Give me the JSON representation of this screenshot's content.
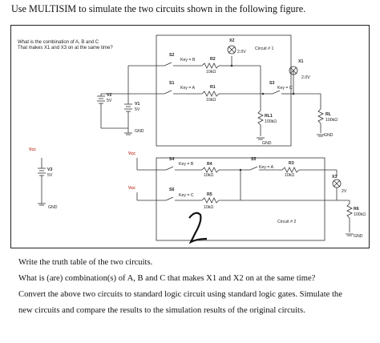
{
  "heading": "Use MULTISIM to simulate the two circuits shown in the following figure.",
  "figure": {
    "question_line1": "What is the combination of A, B and C",
    "question_line2": "That makes X1 and X3 on at the same time?",
    "circuit1_label": "Circuit # 1",
    "circuit2_label": "Circuit # 2",
    "lamps": {
      "x2": "X2",
      "x2_v": "2.0V",
      "x1": "X1",
      "x1_v": "2.0V",
      "x3": "X3",
      "x3_v": "2V"
    },
    "switches": {
      "s2": "S2",
      "s2_key": "Key = B",
      "s1": "S1",
      "s1_key": "Key = A",
      "s3": "S3",
      "s3_key": "Key = C",
      "s4": "S4",
      "s4_key": "Key = B",
      "s5": "S5",
      "s5_key": "Key = A",
      "s6": "S6",
      "s6_key": "Key = C"
    },
    "resistors": {
      "r2": "R2",
      "r2_val": "10kΩ",
      "r1": "R1",
      "r1_val": "10kΩ",
      "r4": "R4",
      "r4_val": "10kΩ",
      "r3": "R3",
      "r3_val": "10kΩ",
      "r5": "R5",
      "r5_val": "10kΩ"
    },
    "relays": {
      "rl1": "RL1",
      "rl1_val": "100kΩ",
      "rl": "RL",
      "rl_val": "100kΩ",
      "r6": "R6",
      "r6_val": "100kΩ"
    },
    "sources": {
      "v2": "V2",
      "v2_val": "5V",
      "v1": "V1",
      "v1_val": "5V",
      "v3": "V3",
      "v3_val": "5V"
    },
    "vcc": "Vcc",
    "gnd": "GND"
  },
  "questions": [
    "Write the truth table of the two circuits.",
    "What is (are) combination(s) of A, B and C that makes X1 and X2 on at the same time?",
    "Convert the above two circuits to standard logic circuit using standard logic gates. Simulate the",
    "new circuits and compare the results to the simulation results of the original circuits."
  ]
}
